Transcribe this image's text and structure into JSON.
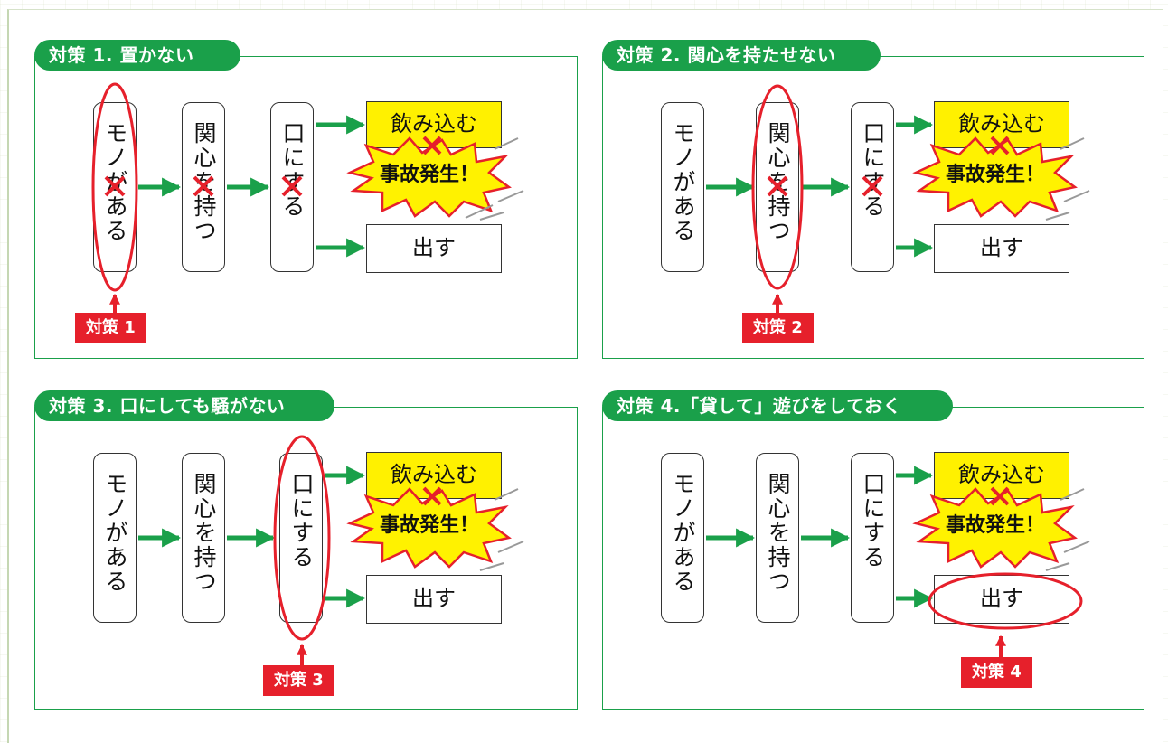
{
  "panels": [
    {
      "title": "対策 1. 置かない",
      "step1": "モノがある",
      "step2": "関心を持つ",
      "step3": "口にする",
      "swallow": "飲み込む",
      "accident": "事故発生！",
      "spit": "出す",
      "tag": "対策 1"
    },
    {
      "title": "対策 2. 関心を持たせない",
      "step1": "モノがある",
      "step2": "関心を持つ",
      "step3": "口にする",
      "swallow": "飲み込む",
      "accident": "事故発生！",
      "spit": "出す",
      "tag": "対策 2"
    },
    {
      "title": "対策 3. 口にしても騒がない",
      "step1": "モノがある",
      "step2": "関心を持つ",
      "step3": "口にする",
      "swallow": "飲み込む",
      "accident": "事故発生！",
      "spit": "出す",
      "tag": "対策 3"
    },
    {
      "title": "対策 4.「貸して」遊びをしておく",
      "step1": "モノがある",
      "step2": "関心を持つ",
      "step3": "口にする",
      "swallow": "飲み込む",
      "accident": "事故発生！",
      "spit": "出す",
      "tag": "対策 4"
    }
  ],
  "colors": {
    "green": "#1aa04a",
    "red": "#e6202b",
    "yellow": "#fff100",
    "burst": "#fff200"
  }
}
